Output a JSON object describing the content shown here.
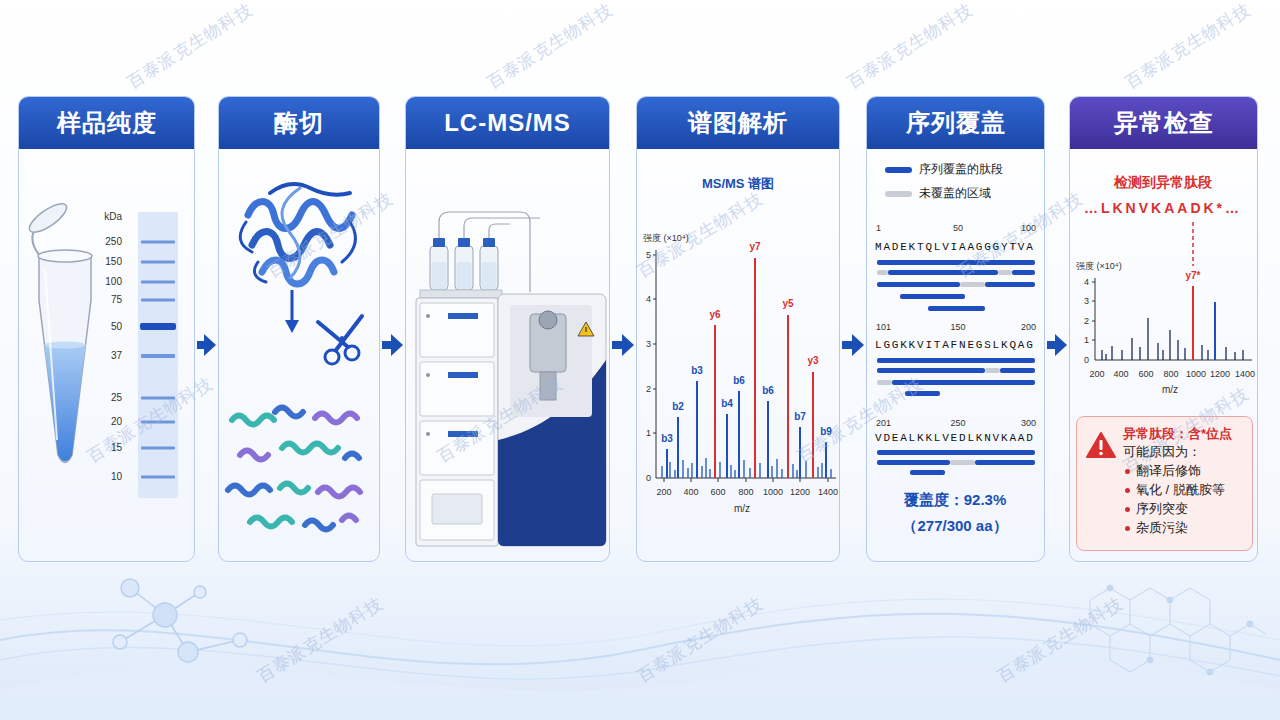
{
  "diagram": {
    "nodes": [
      {
        "text": [
          "样品纯度"
        ]
      },
      {
        "text": [
          "酶切"
        ]
      },
      {
        "text": [
          "LC-MS/MS"
        ]
      },
      {
        "text": [
          "谱图解析"
        ]
      },
      {
        "text": [
          "序列覆盖"
        ]
      },
      {
        "text": [
          "异常检查"
        ]
      },
      {
        "text": [
          "异常肽段：含*位点",
          "可能原因为：",
          "翻译后修饰",
          "氧化 / 脱酰胺等",
          "序列突变",
          "杂质污染"
        ],
        "in": 5
      }
    ],
    "edges": [
      {
        "from": 0,
        "to": 1,
        "arrow": "to"
      },
      {
        "from": 1,
        "to": 2,
        "arrow": "to"
      },
      {
        "from": 2,
        "to": 3,
        "arrow": "to"
      },
      {
        "from": 3,
        "to": 4,
        "arrow": "to"
      },
      {
        "from": 4,
        "to": 5,
        "arrow": "to"
      }
    ],
    "labels": [
      "kDa",
      "250",
      "150",
      "100",
      "75",
      "50",
      "37",
      "25",
      "20",
      "15",
      "10",
      "MS/MS 谱图",
      "强度 (×10⁴)",
      "5",
      "4",
      "3",
      "2",
      "1",
      "0",
      "200",
      "400",
      "600",
      "800",
      "1000",
      "1200",
      "1400",
      "m/z",
      "y7",
      "y6",
      "y5",
      "y3",
      "b3",
      "b2",
      "b4",
      "b6",
      "b6",
      "b7",
      "b9",
      "b3",
      "1",
      "50",
      "100",
      "MADEKTQLVIAAGGGYTVA",
      "101",
      "150",
      "200",
      "LGGKKVITAFNEGSLKQAG",
      "201",
      "250",
      "300",
      "VDEALKKLVEDLKNVKAAD",
      "覆盖度：92.3%",
      "（277/300 aa）",
      "检测到异常肽段",
      "…LKNVKAADK*…",
      "强度 (×10⁴)",
      "4",
      "3",
      "2",
      "1",
      "0",
      "200",
      "400",
      "600",
      "800",
      "1000",
      "1200",
      "1400",
      "m/z",
      "y7*",
      "百泰派克生物科技",
      "百泰派克生物科技",
      "百泰派克生物科技",
      "百泰派克生物科技",
      "百泰派克生物科技",
      "百泰派克生物科技",
      "百泰派克生物科技",
      "百泰派克生物科技",
      "百泰派克生物科技",
      "百泰派克生物科技",
      "百泰派克生物科技",
      "百泰派克生物科技",
      "百泰派克生物科技",
      "百泰派克生物科技"
    ],
    "legend": [
      {
        "text": "序列覆盖的肽段",
        "color": "#1f4fbf"
      },
      {
        "text": "未覆盖的区域",
        "color": "#c9cdd6"
      }
    ]
  }
}
